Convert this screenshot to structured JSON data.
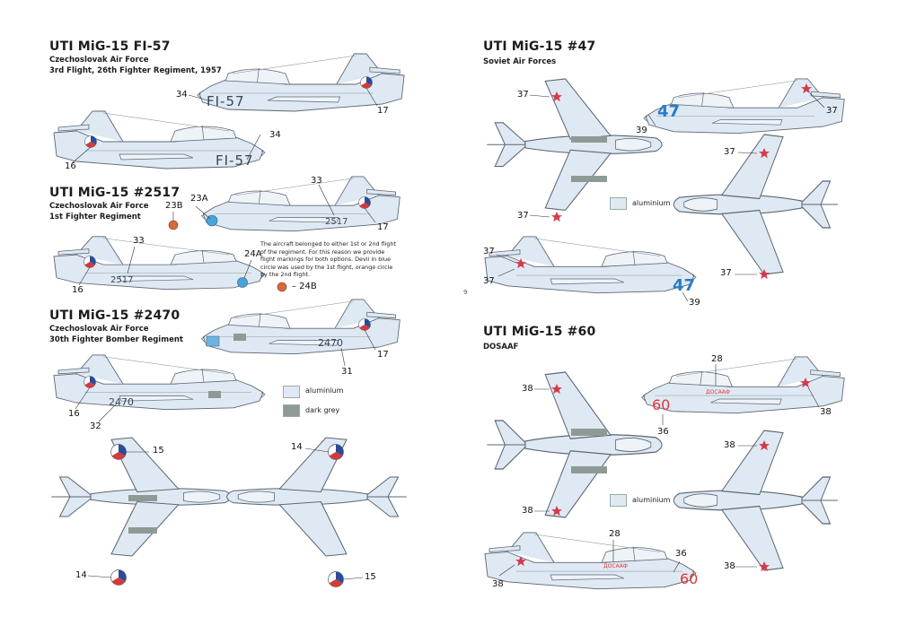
{
  "colors": {
    "aluminium": "#dfe9f3",
    "dark_grey": "#8e9a96",
    "outline": "#5b6670",
    "soviet_star": "#d33a4a",
    "cz_red": "#d23b3b",
    "cz_blue": "#2a4c9b",
    "blue_number": "#2a7bc8",
    "red_number": "#e03838"
  },
  "sections": [
    {
      "title": "UTI MiG-15 FI-57",
      "subtitle_lines": [
        "Czechoslovak Air Force",
        "3rd Flight, 26th Fighter Regiment, 1957"
      ]
    },
    {
      "title": "UTI MiG-15 #2517",
      "subtitle_lines": [
        "Czechoslovak Air Force",
        "1st Fighter Regiment"
      ]
    },
    {
      "title": "UTI MiG-15 #2470",
      "subtitle_lines": [
        "Czechoslovak Air Force",
        "30th Fighter Bomber Regiment"
      ]
    },
    {
      "title": "UTI MiG-15 #47",
      "subtitle_lines": [
        "Soviet Air Forces"
      ]
    },
    {
      "title": "UTI MiG-15 #60",
      "subtitle_lines": [
        "DOSAAF"
      ]
    }
  ],
  "note": "The aircraft belonged to either 1st or 2nd flight of the regiment. For this reason we provide flight markings for both options. Devil in blue circle was used by the 1st flight, orange circle by the 2nd flight.",
  "legend_left": [
    {
      "label": "aluminium"
    },
    {
      "label": "dark grey"
    }
  ],
  "legend_right": [
    {
      "label": "aluminium"
    },
    {
      "label": "aluminium"
    }
  ],
  "fuselage_codes": {
    "fi57": "FI-57",
    "n2517": "2517",
    "n2470": "2470",
    "n47": "47",
    "n60": "60",
    "dosaaf": "ДОСААФ"
  },
  "callouts": {
    "c34": "34",
    "c17": "17",
    "c16": "16",
    "c33": "33",
    "c23a": "23A",
    "c23b": "23B",
    "c24a": "24A",
    "c24b": "– 24B",
    "c31": "31",
    "c32": "32",
    "c15": "15",
    "c14": "14",
    "c37": "37",
    "c39": "39",
    "c38": "38",
    "c28": "28",
    "c36": "36"
  },
  "page_mark": "9"
}
